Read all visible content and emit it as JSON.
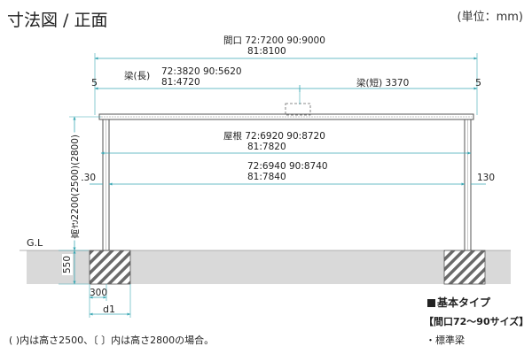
{
  "header": {
    "title": "寸法図 / 正面",
    "unit": "(単位：mm)"
  },
  "dimensions": {
    "opening_line1": "間口  72:7200   90:9000",
    "opening_line2": "81:8100",
    "beam_long_label": "梁(長)",
    "beam_long_line1": "72:3820   90:5620",
    "beam_long_line2": "81:4720",
    "beam_short": "梁(短) 3370",
    "end_left": "5",
    "end_right": "5",
    "roof_line1": "屋根  72:6920   90:8720",
    "roof_line2": "81:7820",
    "span_line1": "72:6940   90:8740",
    "span_line2": "81:7840",
    "inset_left": "130",
    "inset_right": "130",
    "height": "高さ2200(2500)(2800)",
    "gl": "G.L",
    "footing_depth": "550",
    "footing_width": "300",
    "d1": "d1"
  },
  "legend": {
    "title": "基本タイプ",
    "subtitle": "【間口72～90サイズ】",
    "item": "・標準梁"
  },
  "footnote": "(  )内は高さ2500、〔  〕内は高さ2800の場合。",
  "colors": {
    "dimension_line": "#3aa8b4",
    "structure": "#555555",
    "ground": "#d9d9d9",
    "hatch": "#666666"
  }
}
